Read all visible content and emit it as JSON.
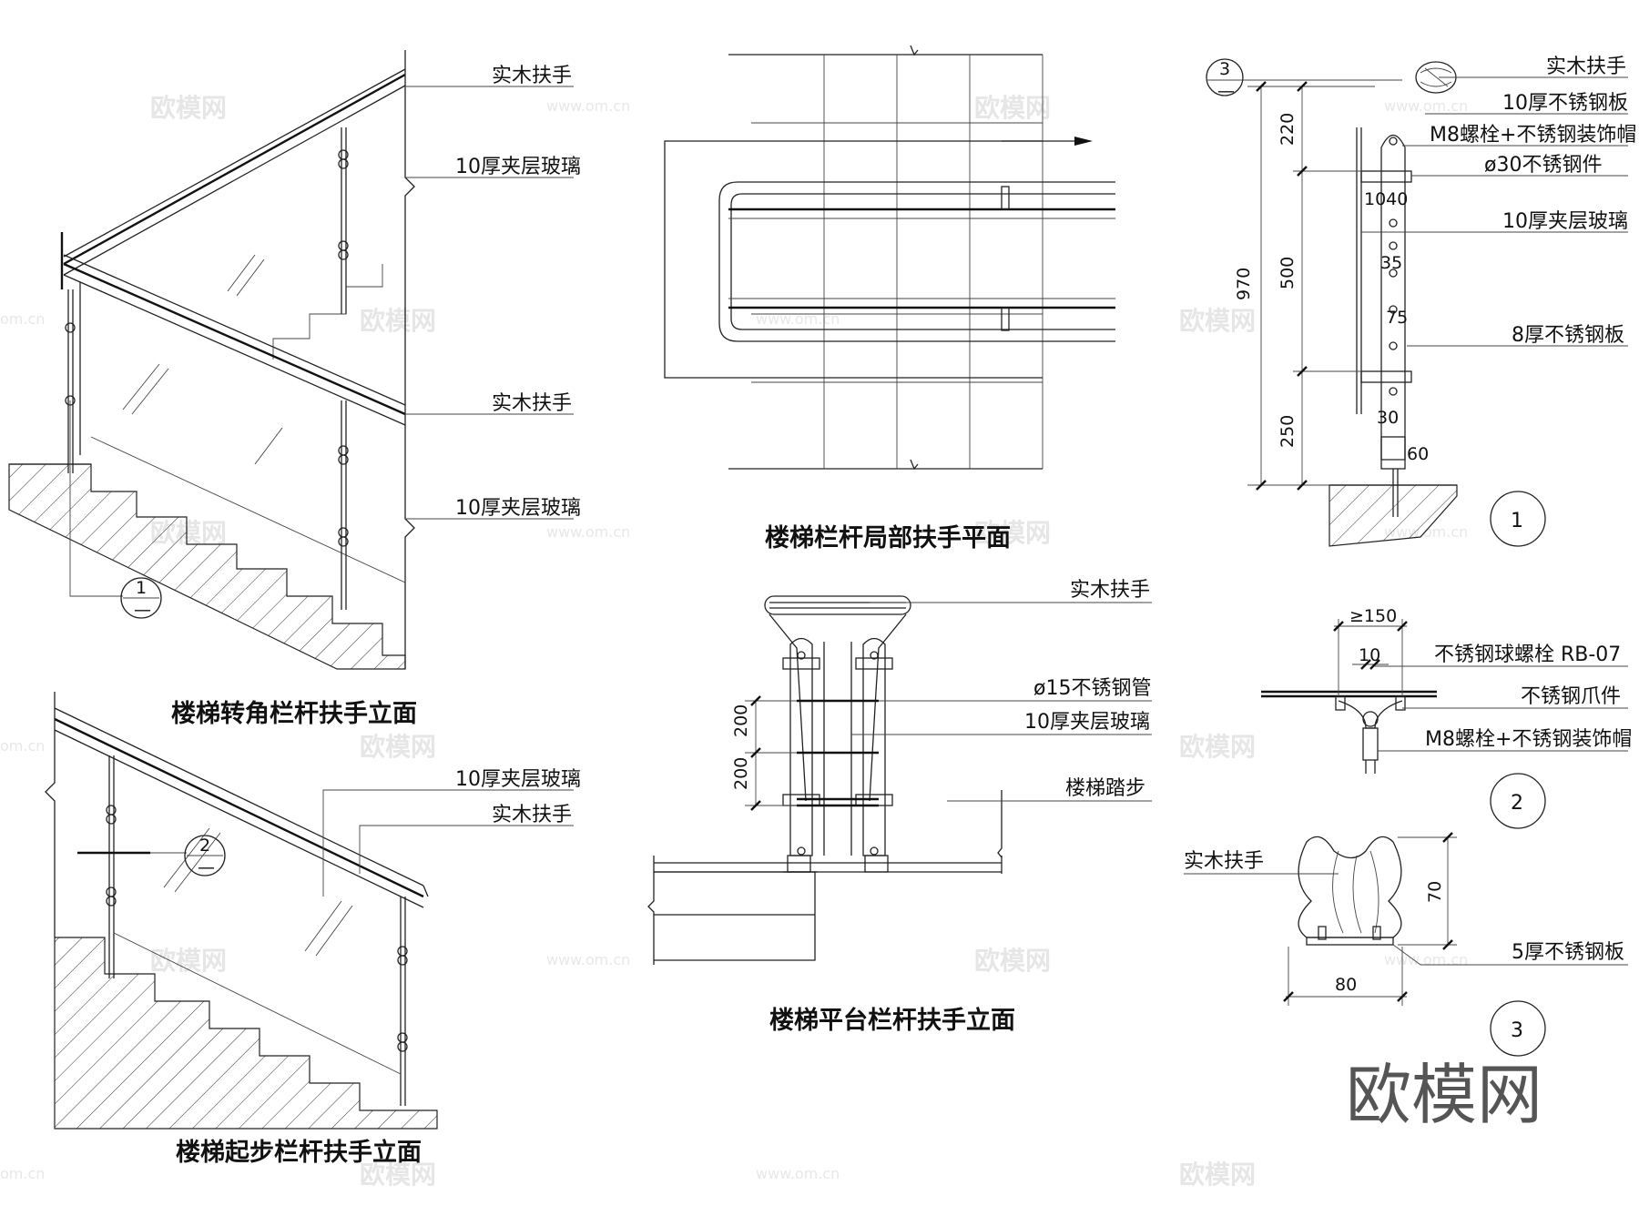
{
  "titles": {
    "corner": "楼梯转角栏杆扶手立面",
    "start": "楼梯起步栏杆扶手立面",
    "plan": "楼梯栏杆局部扶手平面",
    "platform": "楼梯平台栏杆扶手立面"
  },
  "labels": {
    "wood_handrail": "实木扶手",
    "glass_10": "10厚夹层玻璃",
    "ss_plate_10": "10厚不锈钢板",
    "m8_bolt": "M8螺栓+不锈钢装饰帽",
    "ss_30": "ø30不锈钢件",
    "ss_plate_8": "8厚不锈钢板",
    "ss_pipe_15": "ø15不锈钢管",
    "stair_tread": "楼梯踏步",
    "ball_bolt": "不锈钢球螺栓 RB-07",
    "claw": "不锈钢爪件",
    "ss_plate_5": "5厚不锈钢板"
  },
  "dimensions": {
    "d220": "220",
    "d500": "500",
    "d250": "250",
    "d970": "970",
    "d1040": "1040",
    "d35": "35",
    "d75": "75",
    "d30": "30",
    "d60": "60",
    "d150": "≥150",
    "d10": "10",
    "d200a": "200",
    "d200b": "200",
    "d70": "70",
    "d80": "80"
  },
  "markers": {
    "m1_top": "1",
    "m1_bot": "—",
    "m2_top": "2",
    "m2_bot": "—",
    "m3_top": "3",
    "m3_bot": "—",
    "detail1": "1",
    "detail2": "2",
    "detail3": "3"
  },
  "watermark": {
    "brand": "欧模网",
    "url": "www.om.cn",
    "url_short": "om.cn"
  },
  "logo": "欧模网"
}
